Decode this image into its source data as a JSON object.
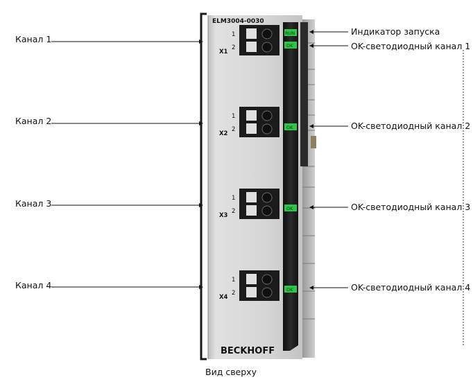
{
  "device": {
    "model": "ELM3004-0030",
    "brand": "BECKHOFF",
    "connectors": [
      {
        "name": "X1",
        "pins": [
          "1",
          "2"
        ]
      },
      {
        "name": "X2",
        "pins": [
          "1",
          "2"
        ]
      },
      {
        "name": "X3",
        "pins": [
          "1",
          "2"
        ]
      },
      {
        "name": "X4",
        "pins": [
          "1",
          "2"
        ]
      }
    ],
    "leds": {
      "run": "RUN",
      "ok": "OK"
    }
  },
  "labels": {
    "left": [
      "Канал 1",
      "Канал 2",
      "Канал 3",
      "Канал 4"
    ],
    "right": [
      "Индикатор запуска",
      "OK-светодиодный канал 1",
      "OK-светодиодный канал 2",
      "OK-светодиодный канал 3",
      "OK-светодиодный канал 4"
    ]
  },
  "caption": "Вид сверху",
  "colors": {
    "led_green": "#2fc44a",
    "body": "#d7d7d7",
    "strip": "#1c1c1c"
  }
}
